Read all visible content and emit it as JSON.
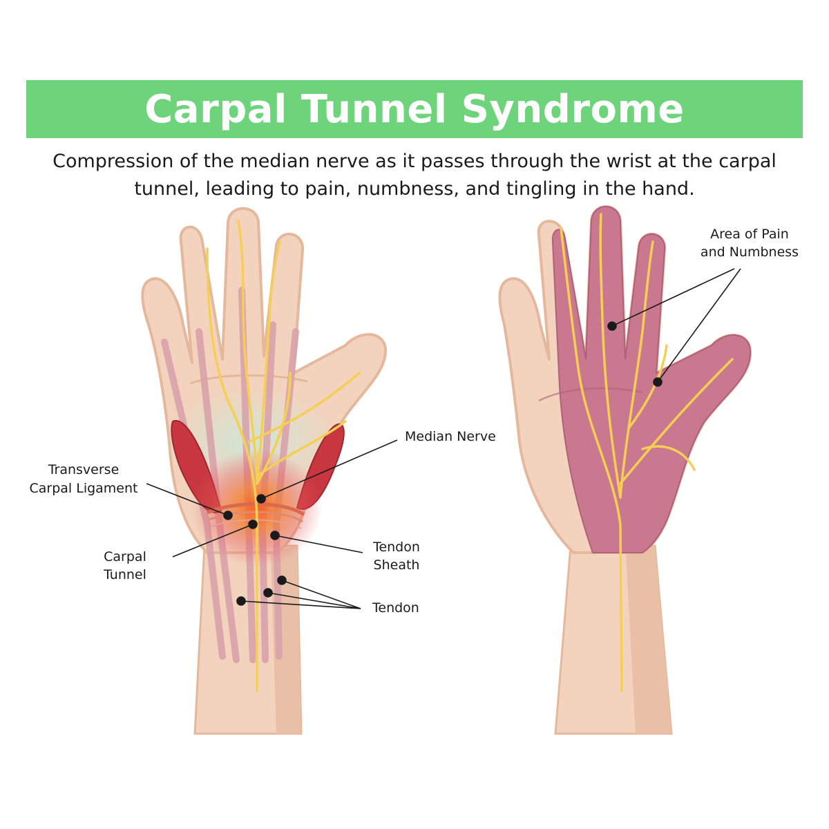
{
  "title": "Carpal Tunnel Syndrome",
  "subtitle_lines": [
    "Compression of the median nerve as it passes through the wrist at the carpal",
    "tunnel, leading to pain, numbness, and tingling in the hand."
  ],
  "labels": {
    "median_nerve": "Median Nerve",
    "transverse_1": "Transverse",
    "transverse_2": "Carpal Ligament",
    "carpal_1": "Carpal",
    "carpal_2": "Tunnel",
    "sheath_1": "Tendon",
    "sheath_2": "Sheath",
    "tendon": "Tendon",
    "pain_1": "Area of Pain",
    "pain_2": "and Numbness"
  },
  "colors": {
    "banner": "#6dd47b",
    "skin": "#f3d3bd",
    "skin_outline": "#e4b89c",
    "tendon": "#d9a3ab",
    "nerve": "#f5cf55",
    "muscle": "#c8373f",
    "pain_area": "#c9788f",
    "inflammation": "#f07a2a"
  }
}
